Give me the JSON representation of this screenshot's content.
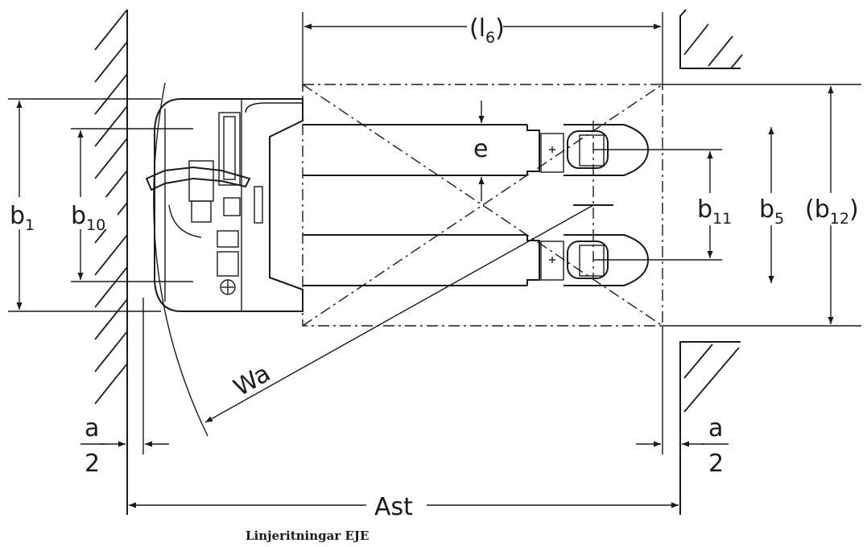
{
  "diagram": {
    "caption": "Linjeritningar EJE",
    "dimensions": {
      "l6": {
        "open": "(l",
        "sub": "6",
        "close": ")"
      },
      "e": "e",
      "b1": {
        "main": "b",
        "sub": "1"
      },
      "b10": {
        "main": "b",
        "sub": "10"
      },
      "b11": {
        "main": "b",
        "sub": "11"
      },
      "b5": {
        "main": "b",
        "sub": "5"
      },
      "b12": {
        "open": "(b",
        "sub": "12",
        "close": ")"
      },
      "wa": "Wa",
      "half_a_left": {
        "num": "a",
        "den": "2"
      },
      "half_a_right": {
        "num": "a",
        "den": "2"
      },
      "ast": "Ast"
    }
  }
}
